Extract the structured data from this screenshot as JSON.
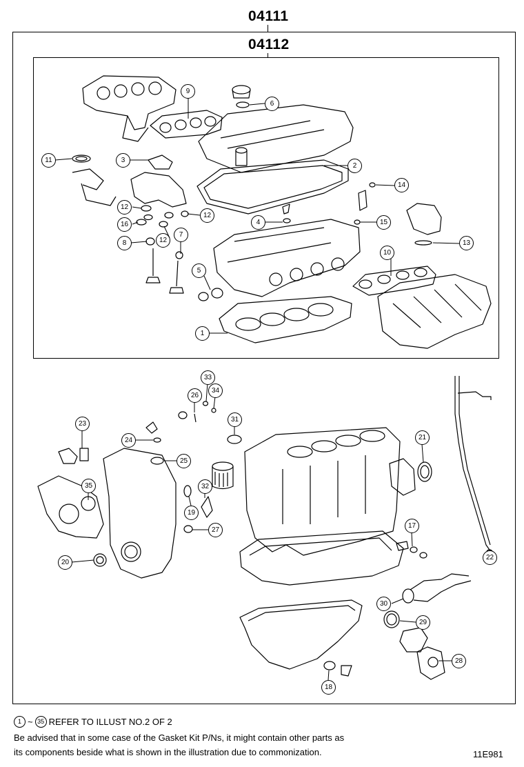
{
  "header": {
    "kit_outer": "04111",
    "kit_inner": "04112"
  },
  "callouts": {
    "c1": "1",
    "c2": "2",
    "c3": "3",
    "c4": "4",
    "c5": "5",
    "c6": "6",
    "c7": "7",
    "c8": "8",
    "c9": "9",
    "c10": "10",
    "c11": "11",
    "c12a": "12",
    "c12b": "12",
    "c12c": "12",
    "c13": "13",
    "c14": "14",
    "c15": "15",
    "c16": "16",
    "c17": "17",
    "c18": "18",
    "c19": "19",
    "c20": "20",
    "c21": "21",
    "c22": "22",
    "c23": "23",
    "c24": "24",
    "c25": "25",
    "c26": "26",
    "c27": "27",
    "c28": "28",
    "c29": "29",
    "c30": "30",
    "c31": "31",
    "c32": "32",
    "c33": "33",
    "c34": "34",
    "c35": "35"
  },
  "notes": {
    "ref_from": "1",
    "ref_sep": "~",
    "ref_to": "35",
    "ref_text": "REFER TO ILLUST NO.2 OF 2",
    "line1": "Be advised that in some case of the Gasket Kit P/Ns,  it might contain other parts as",
    "line2": "its components beside what is shown in the illustration due to commonization."
  },
  "figure_code": "11E981"
}
